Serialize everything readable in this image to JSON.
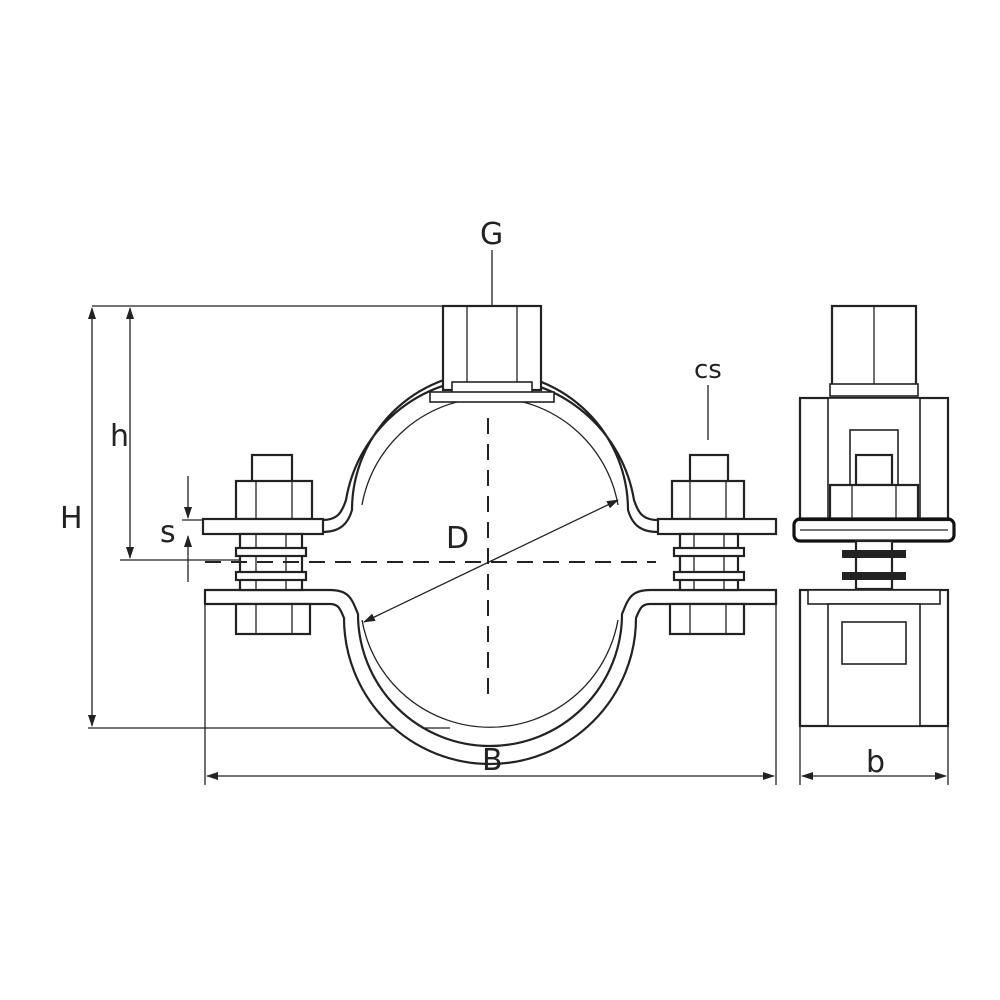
{
  "labels": {
    "G": "G",
    "cs": "cs",
    "h": "h",
    "H": "H",
    "s": "s",
    "D": "D",
    "B": "B",
    "b": "b"
  },
  "colors": {
    "line": "#222222",
    "background": "#ffffff"
  }
}
